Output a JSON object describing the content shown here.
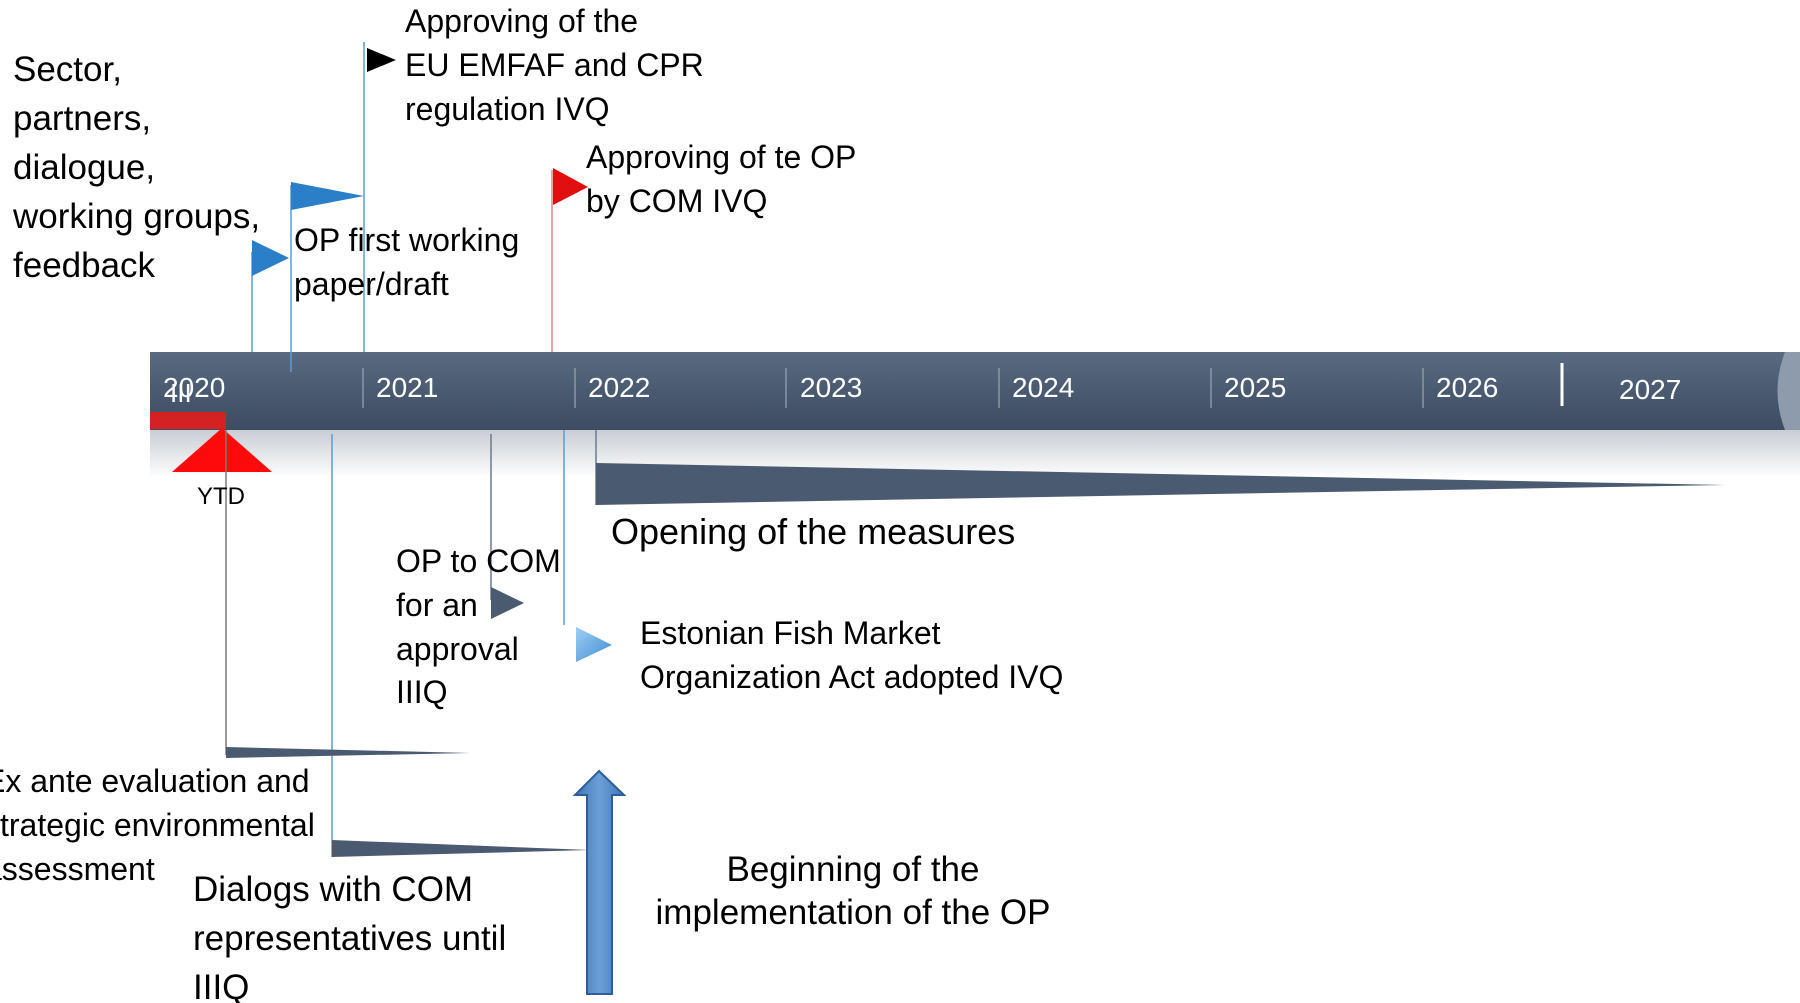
{
  "timeline": {
    "years": [
      "2020",
      "2021",
      "2022",
      "2023",
      "2024",
      "2025",
      "2026",
      "2027"
    ],
    "bar_marker": "III",
    "current_marker": "YTD",
    "colors": {
      "bar": "#4a5a70",
      "current_period": "#d42121",
      "flag_blue": "#2a7fc8",
      "flag_black": "#000000",
      "flag_red": "#e01010",
      "arrow_up": "#5b8fc9"
    }
  },
  "milestones": {
    "sector_dialogue": [
      "Sector,",
      "partners,",
      "dialogue,",
      "working groups,",
      "feedback"
    ],
    "eu_regulation": [
      "Approving of the",
      "EU EMFAF and CPR",
      "regulation IVQ"
    ],
    "op_approval_com": [
      "Approving of te OP",
      "by COM  IVQ"
    ],
    "op_first_draft": [
      "OP first working",
      "paper/draft"
    ],
    "opening_measures": "Opening of the measures",
    "op_to_com": [
      "OP to COM",
      "for an",
      "approval",
      "IIIQ"
    ],
    "fish_market_act": [
      "Estonian Fish Market",
      "Organization Act adopted IVQ"
    ],
    "ex_ante": [
      "Ex ante evaluation and",
      "strategic environmental",
      "assessment"
    ],
    "dialogs_com": [
      "Dialogs with COM",
      "representatives until",
      "IIIQ"
    ],
    "implementation_start": [
      "Beginning of the",
      "implementation of the OP"
    ]
  }
}
